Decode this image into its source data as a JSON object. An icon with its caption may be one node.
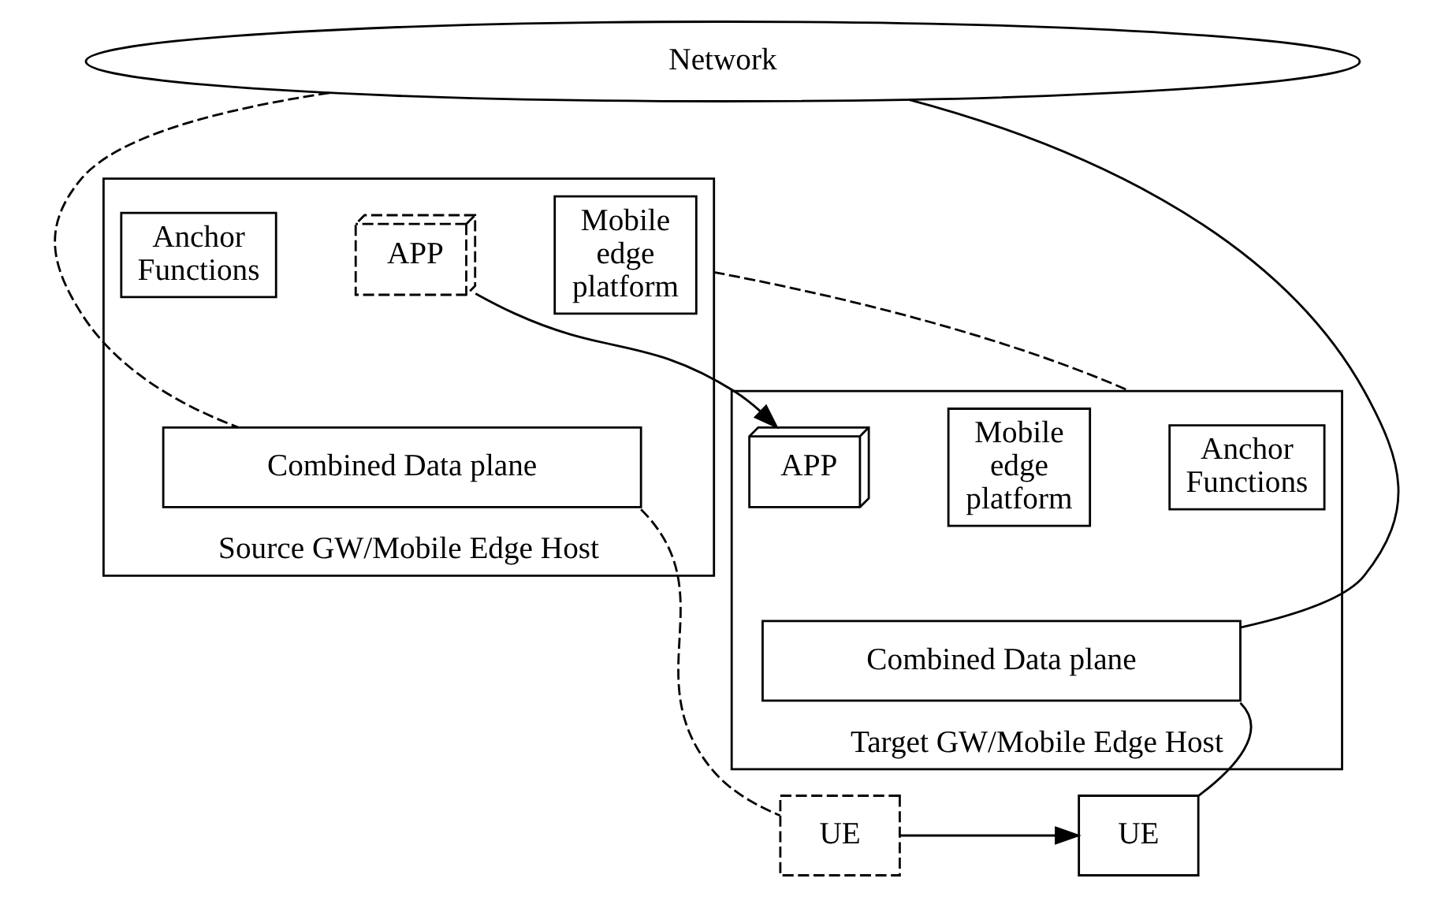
{
  "diagram": {
    "nodes": [
      {
        "text": [
          "Network"
        ]
      },
      {
        "text": [
          "Source GW/Mobile Edge Host"
        ]
      },
      {
        "text": [
          "Anchor Functions"
        ],
        "in": 1
      },
      {
        "text": [
          "APP"
        ],
        "in": 1
      },
      {
        "text": [
          "Mobile edge platform"
        ],
        "in": 1
      },
      {
        "text": [
          "Combined Data plane"
        ],
        "in": 1
      },
      {
        "text": [
          "Target GW/Mobile Edge Host"
        ]
      },
      {
        "text": [
          "Anchor Functions"
        ],
        "in": 6
      },
      {
        "text": [
          "APP"
        ],
        "in": 6
      },
      {
        "text": [
          "Mobile edge platform"
        ],
        "in": 6
      },
      {
        "text": [
          "Combined Data plane"
        ],
        "in": 6
      },
      {
        "text": [
          "UE"
        ]
      },
      {
        "text": [
          "UE"
        ]
      }
    ],
    "edges": [
      {
        "from": 0,
        "to": 5,
        "arrow": "none",
        "style": "dashed"
      },
      {
        "from": 0,
        "to": 10,
        "arrow": "none"
      },
      {
        "from": 3,
        "to": 8,
        "arrow": "to"
      },
      {
        "from": 1,
        "to": 6,
        "arrow": "none",
        "style": "dashed"
      },
      {
        "from": 5,
        "to": 11,
        "arrow": "none",
        "style": "dashed"
      },
      {
        "from": 10,
        "to": 12,
        "arrow": "none"
      },
      {
        "from": 11,
        "to": 12,
        "arrow": "to"
      }
    ]
  }
}
